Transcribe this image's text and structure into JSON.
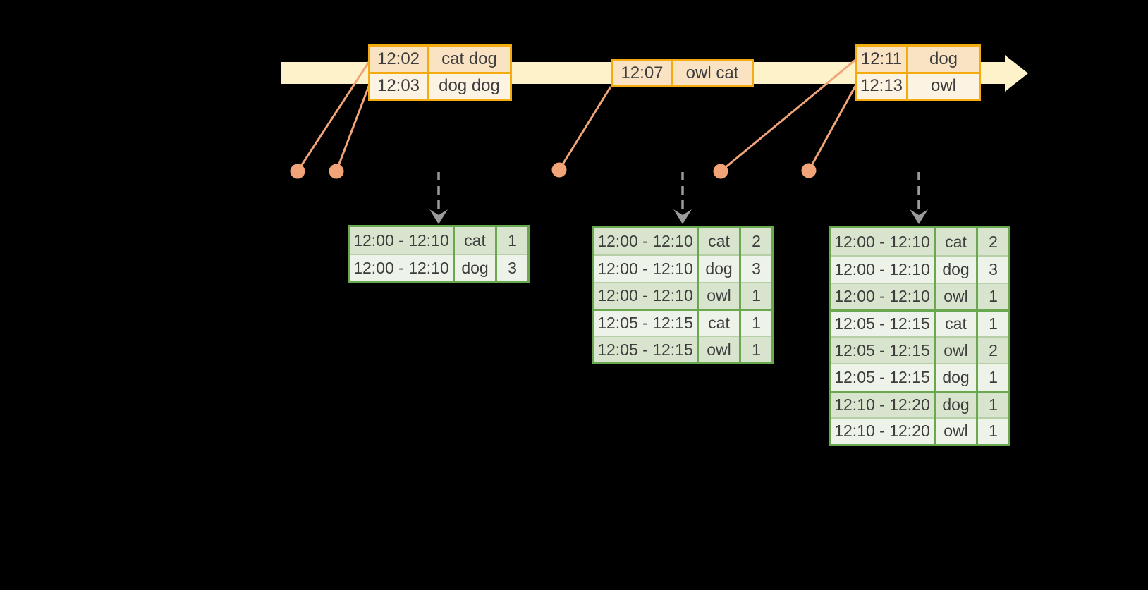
{
  "colors": {
    "background": "#000000",
    "timeline": "#fdf2ca",
    "event_border": "#f3ab0f",
    "event_cell_dark": "#fae3c3",
    "event_cell_light": "#fdf3e2",
    "connector": "#f0a477",
    "trigger_arrow": "#9b9b9b",
    "result_border": "#6aa84f",
    "result_divider": "#b7cfa6",
    "result_cell_dark": "#d8e4cd",
    "result_cell_light": "#eef3e9",
    "text": "#3d3d3d"
  },
  "event_tables": [
    {
      "rows": [
        {
          "time": "12:02",
          "words": "cat dog"
        },
        {
          "time": "12:03",
          "words": "dog dog"
        }
      ]
    },
    {
      "rows": [
        {
          "time": "12:07",
          "words": "owl cat"
        }
      ]
    },
    {
      "rows": [
        {
          "time": "12:11",
          "words": "dog"
        },
        {
          "time": "12:13",
          "words": "owl"
        }
      ]
    }
  ],
  "result_tables": [
    {
      "rows": [
        [
          "12:00 - 12:10",
          "cat",
          "1"
        ],
        [
          "12:00 - 12:10",
          "dog",
          "3"
        ]
      ]
    },
    {
      "rows": [
        [
          "12:00 - 12:10",
          "cat",
          "2"
        ],
        [
          "12:00 - 12:10",
          "dog",
          "3"
        ],
        [
          "12:00 - 12:10",
          "owl",
          "1"
        ],
        [
          "12:05 - 12:15",
          "cat",
          "1"
        ],
        [
          "12:05 - 12:15",
          "owl",
          "1"
        ]
      ]
    },
    {
      "rows": [
        [
          "12:00 - 12:10",
          "cat",
          "2"
        ],
        [
          "12:00 - 12:10",
          "dog",
          "3"
        ],
        [
          "12:00 - 12:10",
          "owl",
          "1"
        ],
        [
          "12:05 - 12:15",
          "cat",
          "1"
        ],
        [
          "12:05 - 12:15",
          "owl",
          "2"
        ],
        [
          "12:05 - 12:15",
          "dog",
          "1"
        ],
        [
          "12:10 - 12:20",
          "dog",
          "1"
        ],
        [
          "12:10 - 12:20",
          "owl",
          "1"
        ]
      ]
    }
  ]
}
